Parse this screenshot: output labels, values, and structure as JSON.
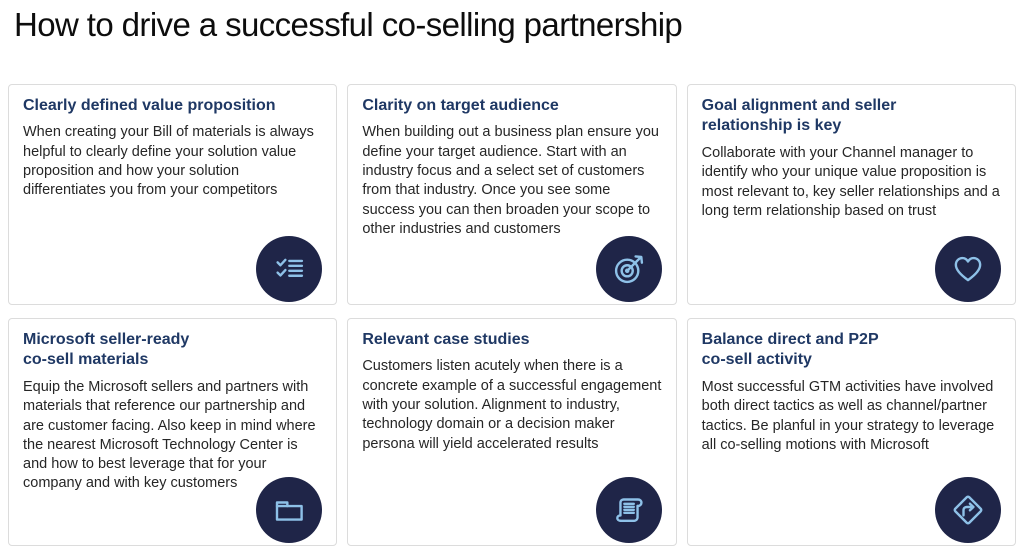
{
  "page": {
    "title": "How to drive a successful co-selling partnership"
  },
  "colors": {
    "heading_navy": "#1F3864",
    "body_text": "#262626",
    "card_border": "#DCDCDC",
    "icon_circle_bg": "#1F2548",
    "icon_stroke": "#8EC1E8",
    "background": "#FFFFFF"
  },
  "cards": [
    {
      "title_line1": "Clearly defined value proposition",
      "body": "When creating your Bill of materials is always helpful to clearly define your solution value proposition and how your solution differentiates you from your competitors",
      "icon": "checklist-icon"
    },
    {
      "title_line1": "Clarity on target audience",
      "body": "When building out a business plan ensure you define your target audience. Start with an industry focus and a select set of customers from that industry. Once you see some success you can then broaden your scope to other industries and customers",
      "icon": "target-icon"
    },
    {
      "title_line1": "Goal alignment and seller",
      "title_line2": "relationship is key",
      "body": "Collaborate with your Channel manager to identify who your unique value proposition is most relevant to, key seller relationships and a long term relationship based on trust",
      "icon": "heart-icon"
    },
    {
      "title_line1": "Microsoft seller-ready",
      "title_line2": "co-sell materials",
      "body": "Equip the Microsoft sellers and partners with materials that reference our partnership and are customer facing. Also keep in mind where the nearest Microsoft Technology Center is and how to best leverage that for your company and with key customers",
      "icon": "folder-icon"
    },
    {
      "title_line1": "Relevant case studies",
      "body": "Customers listen acutely when there is a concrete example of a successful engagement with your solution. Alignment to industry, technology domain or a decision maker persona will yield accelerated results",
      "icon": "scroll-icon"
    },
    {
      "title_line1": "Balance direct and P2P",
      "title_line2": "co-sell activity",
      "body": "Most successful GTM activities have involved both direct tactics as well as channel/partner tactics. Be planful in your strategy to leverage all co-selling motions with Microsoft",
      "icon": "direction-arrow-icon"
    }
  ]
}
